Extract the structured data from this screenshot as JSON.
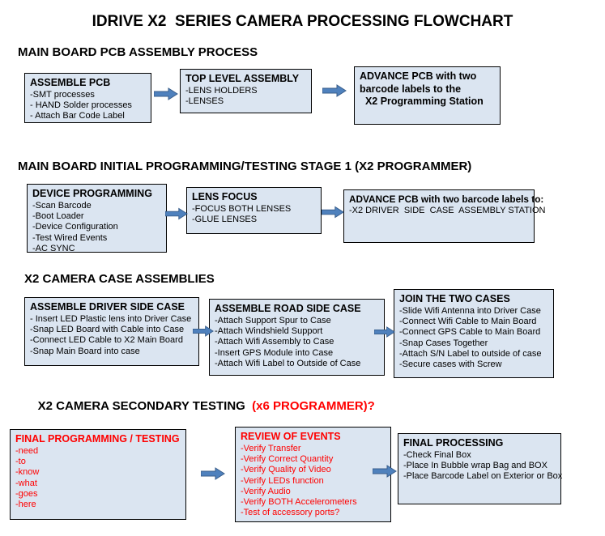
{
  "title": "IDRIVE X2  SERIES CAMERA PROCESSING FLOWCHART",
  "colors": {
    "box_fill": "#dbe5f1",
    "box_border": "#000000",
    "arrow_fill": "#4f81bd",
    "arrow_stroke": "#385d8a",
    "accent_red": "#ff0000",
    "text": "#000000",
    "background": "#ffffff"
  },
  "icons": {
    "arrow": "right-flow-arrow"
  },
  "sections": [
    {
      "heading": "MAIN BOARD PCB ASSEMBLY PROCESS",
      "boxes": [
        {
          "title": "ASSEMBLE PCB",
          "lines": [
            "-SMT processes",
            "- HAND Solder processes",
            "- Attach Bar Code Label"
          ]
        },
        {
          "title": "TOP LEVEL ASSEMBLY",
          "lines": [
            "-LENS HOLDERS",
            "-LENSES"
          ]
        },
        {
          "title": "ADVANCE PCB with two",
          "lines": [
            "barcode labels to the",
            "  X2 Programming Station"
          ]
        }
      ]
    },
    {
      "heading": "MAIN BOARD INITIAL PROGRAMMING/TESTING STAGE 1 (X2 PROGRAMMER)",
      "boxes": [
        {
          "title": "DEVICE PROGRAMMING",
          "lines": [
            "-Scan Barcode",
            "-Boot Loader",
            "-Device Configuration",
            "-Test Wired Events",
            "-AC SYNC"
          ]
        },
        {
          "title": "LENS FOCUS",
          "lines": [
            "-FOCUS BOTH LENSES",
            "-GLUE LENSES"
          ]
        },
        {
          "title": "ADVANCE PCB with two barcode labels to:",
          "lines": [
            "-X2 DRIVER  SIDE  CASE  ASSEMBLY STATION"
          ]
        }
      ]
    },
    {
      "heading": "X2 CAMERA CASE ASSEMBLIES",
      "boxes": [
        {
          "title": "ASSEMBLE DRIVER SIDE CASE",
          "lines": [
            "- Insert LED Plastic lens into Driver Case",
            "-Snap LED Board with Cable into Case",
            "-Connect LED Cable to X2 Main Board",
            "-Snap Main Board into case"
          ]
        },
        {
          "title": "ASSEMBLE ROAD SIDE CASE",
          "lines": [
            "-Attach Support Spur to Case",
            "-Attach Windshield Support",
            "-Attach Wifi Assembly to Case",
            "-Insert GPS Module into Case",
            "-Attach Wifi Label to Outside of Case"
          ]
        },
        {
          "title": "JOIN THE TWO CASES",
          "lines": [
            "-Slide Wifi Antenna into Driver Case",
            "-Connect Wifi Cable to Main Board",
            "-Connect GPS Cable to Main Board",
            "-Snap Cases Together",
            "-Attach S/N Label to outside of case",
            "-Secure cases with Screw"
          ]
        }
      ]
    },
    {
      "heading": "X2 CAMERA SECONDARY TESTING  ",
      "heading_red": "(x6 PROGRAMMER)?",
      "boxes": [
        {
          "title": "FINAL PROGRAMMING / TESTING",
          "lines": [
            "-need",
            "-to",
            "-know",
            "-what",
            "-goes",
            "-here"
          ]
        },
        {
          "title": "REVIEW OF EVENTS",
          "lines": [
            "-Verify Transfer",
            "-Verify Correct Quantity",
            "-Verify Quality of Video",
            "-Verify LEDs function",
            "-Verify Audio",
            "-Verify BOTH Accelerometers",
            "-Test of accessory ports?"
          ]
        },
        {
          "title": "FINAL PROCESSING",
          "lines": [
            "-Check Final Box",
            "-Place In Bubble wrap Bag and BOX",
            "-Place Barcode Label on Exterior or Box"
          ]
        }
      ]
    }
  ]
}
